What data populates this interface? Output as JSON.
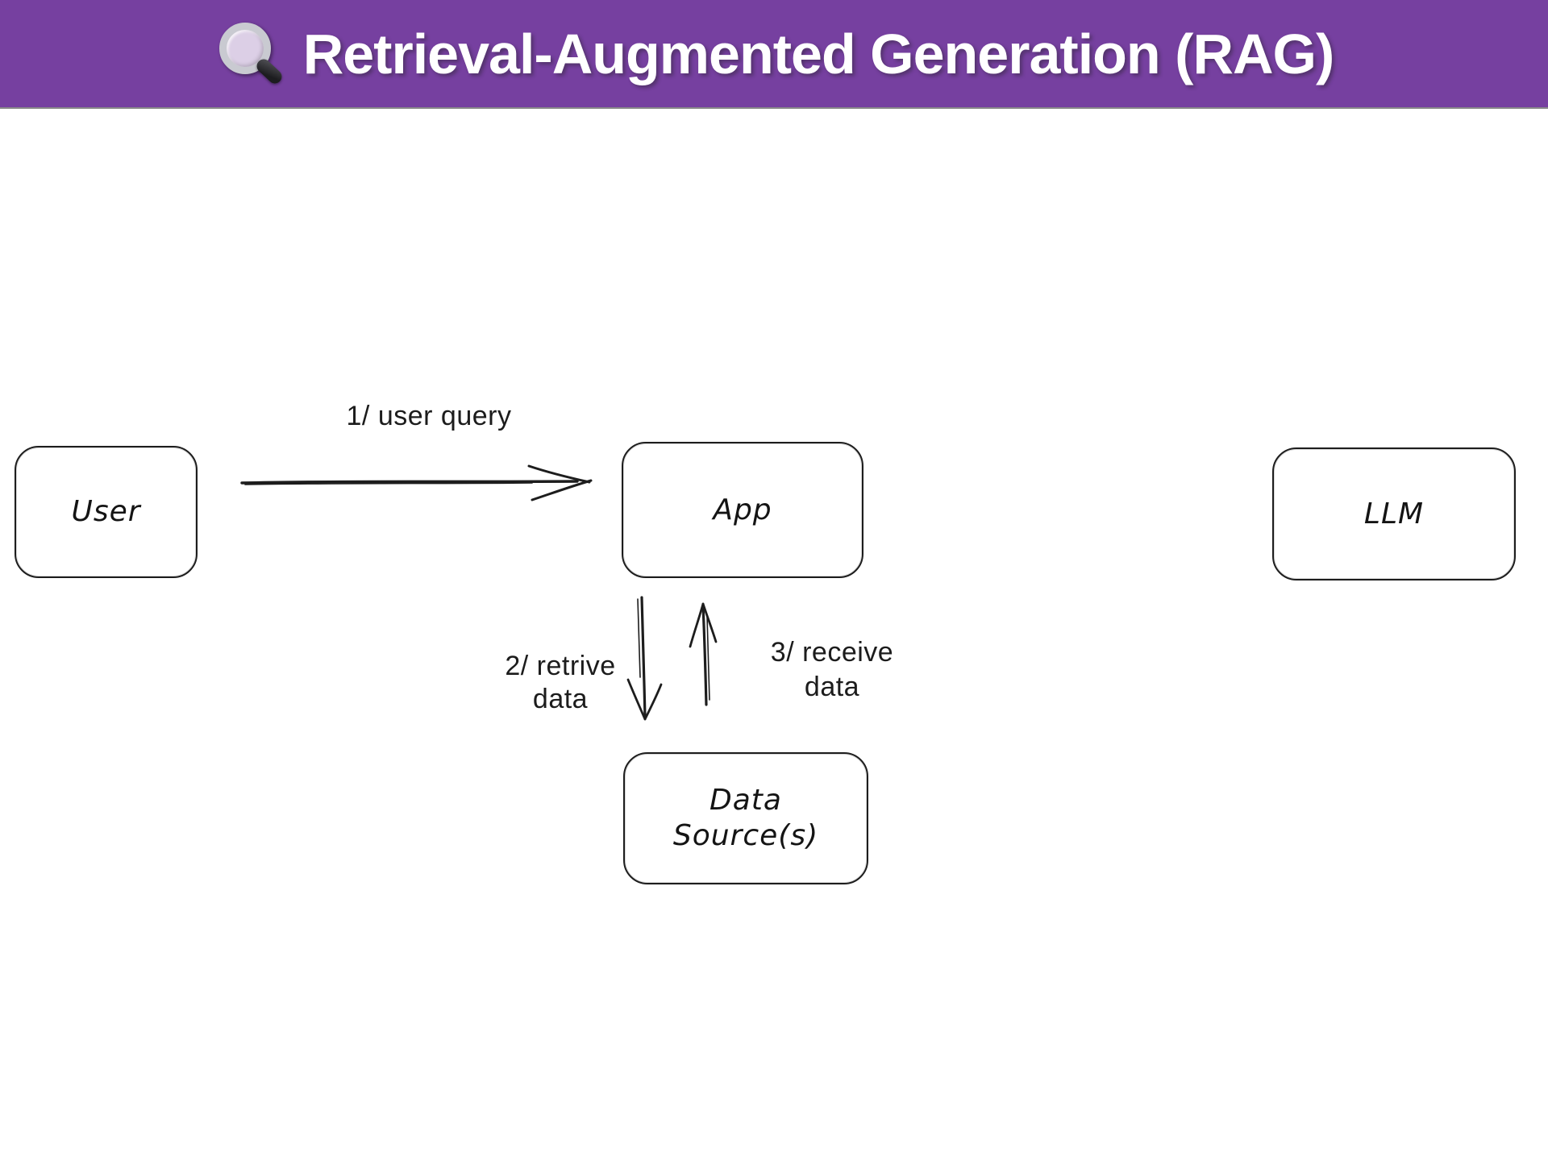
{
  "header": {
    "icon": "magnifying-glass",
    "title": "Retrieval-Augmented Generation (RAG)",
    "bg_color": "#7640a0",
    "divider_color": "#8a8a8a",
    "text_color": "#ffffff"
  },
  "diagram": {
    "stroke_color": "#1d1d1d",
    "background_color": "#ffffff",
    "nodes": [
      {
        "id": "user",
        "label": "User"
      },
      {
        "id": "app",
        "label": "App"
      },
      {
        "id": "llm",
        "label": "LLM"
      },
      {
        "id": "data_sources",
        "label_line1": "Data",
        "label_line2": "Source(s)"
      }
    ],
    "edges": [
      {
        "id": "user_query",
        "from": "User",
        "to": "App",
        "label": "1/ user query"
      },
      {
        "id": "retrieve_data",
        "from": "App",
        "to": "Data Source(s)",
        "label_line1": "2/ retrive",
        "label_line2": "data"
      },
      {
        "id": "receive_data",
        "from": "Data Source(s)",
        "to": "App",
        "label_line1": "3/ receive",
        "label_line2": "data"
      }
    ]
  }
}
